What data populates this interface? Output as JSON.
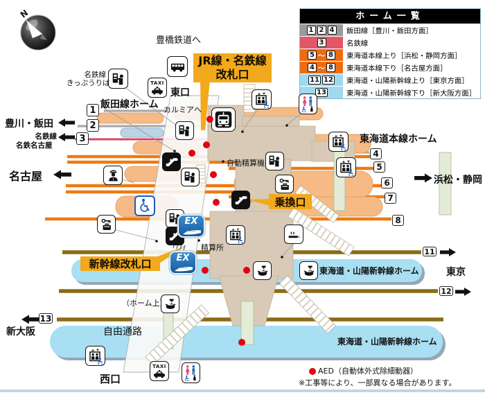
{
  "legend": {
    "title": "ホーム一覧",
    "rows": [
      {
        "nums": [
          "1",
          "2",
          "4"
        ],
        "label": "飯田線［豊川・飯田方面］"
      },
      {
        "nums": [
          "3"
        ],
        "label": "名鉄線"
      },
      {
        "nums": [
          "5",
          "8"
        ],
        "range_sep": "～",
        "label": "東海道本線上り［浜松・静岡方面］"
      },
      {
        "nums": [
          "4",
          "8"
        ],
        "range_sep": "～",
        "label": "東海道本線下り［名古屋方面］"
      },
      {
        "nums": [
          "11",
          "12"
        ],
        "label": "東海道・山陽新幹線上り［東京方面］"
      },
      {
        "nums": [
          "13"
        ],
        "label": "東海道・山陽新幹線下り［新大阪方面］"
      }
    ]
  },
  "callouts": {
    "jr_gate_line1": "JR線・名鉄線",
    "jr_gate_line2": "改札口",
    "transfer_gate": "乗換口",
    "shinkansen_gate": "新幹線改札口"
  },
  "directions": {
    "toyokawa_iida": "豊川・飯田",
    "meitetsu_line": "名鉄線",
    "meitetsu_nagoya": "名鉄名古屋",
    "nagoya": "名古屋",
    "hamamatsu_shizuoka": "浜松・静岡",
    "tokyo": "東京",
    "shin_osaka": "新大阪",
    "toyotetsu": "豊橋鉄道へ",
    "calmia": "カルミアへ"
  },
  "platforms": {
    "iida": "飯田線ホーム",
    "tokaido": "東海道本線ホーム",
    "shinkansen_upper": "東海道・山陽新幹線ホーム",
    "shinkansen_lower": "東海道・山陽新幹線ホーム"
  },
  "labels": {
    "east_exit": "東口",
    "west_exit": "西口",
    "fare_machine": "自動精算機",
    "fare_office": "精算所",
    "on_platform": "（ホーム上）",
    "free_passage": "自由通路",
    "ticket_office_line1": "名鉄線",
    "ticket_office_line2": "きっぷうりば",
    "compass_n": "N"
  },
  "tracks": {
    "n1": "1",
    "n2": "2",
    "n3": "3",
    "n4": "4",
    "n5": "5",
    "n6": "6",
    "n7": "7",
    "n8": "8",
    "n11": "11",
    "n12": "12",
    "n13": "13"
  },
  "notes": {
    "aed": "AED（自動体外式除細動器）",
    "construction": "※工事等により、一部異なる場合があります。"
  },
  "icons": {
    "taxi_label": "TAXI",
    "ex_label": "EX"
  },
  "colors": {
    "track_iida": "#a9a9a9",
    "track_meitetsu": "#d9455f",
    "track_tokaido": "#ef7a10",
    "track_shinkansen": "#8a6c14",
    "platform_jr": "#f5ba85",
    "platform_meitetsu": "#b9d5e6",
    "platform_shinkansen": "#a9dff2",
    "concourse": "#d8cab6",
    "passage": "#f4f4f2",
    "callout": "#f2a91c",
    "aed_dot": "#e60012",
    "legend_iida": "#9a9a9a",
    "legend_meitetsu": "#e25765",
    "legend_tokaido": "#f06a10",
    "legend_shinkansen": "#9fd9f0"
  }
}
